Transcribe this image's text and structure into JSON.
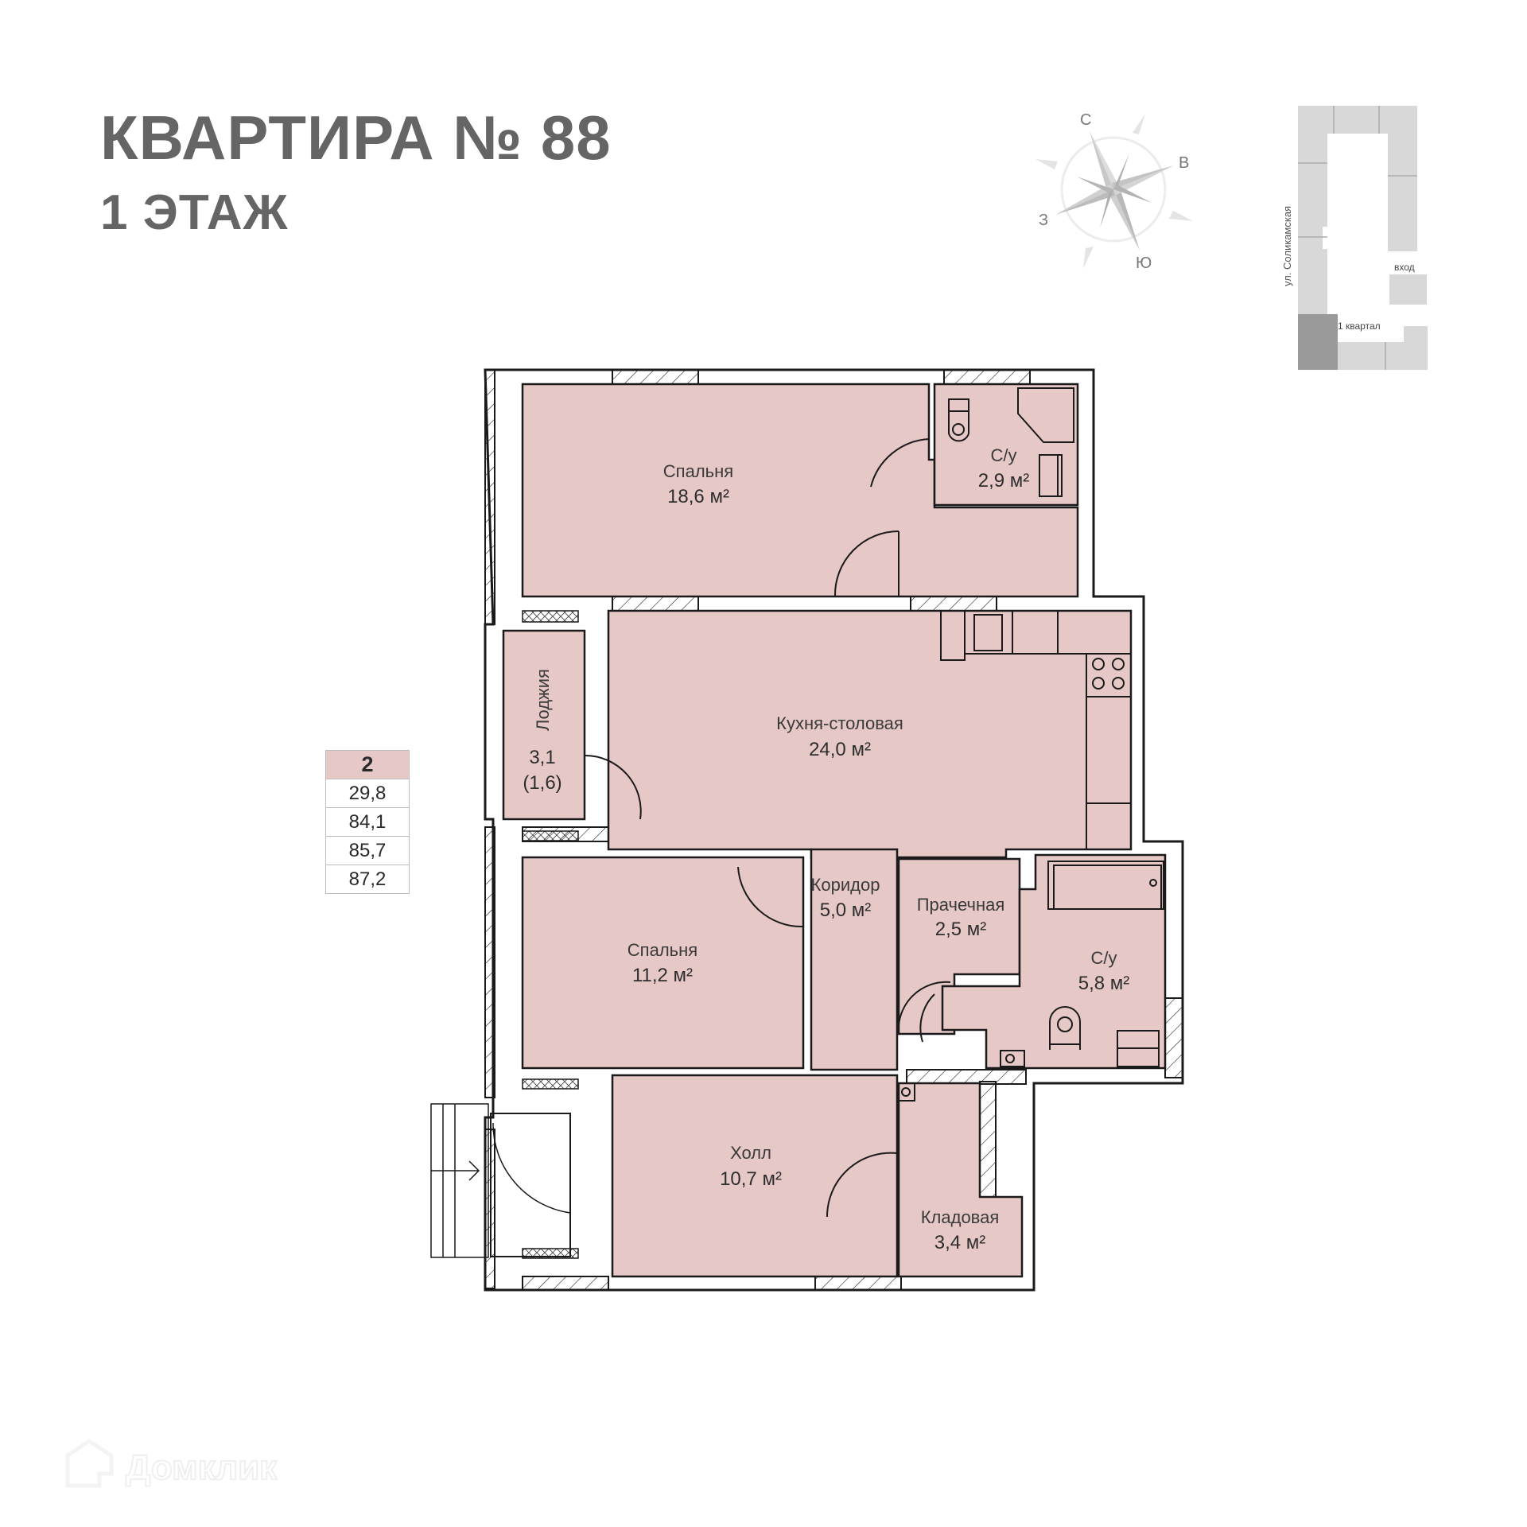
{
  "header": {
    "title": "КВАРТИРА № 88",
    "floor": "1 ЭТАЖ"
  },
  "compass": {
    "north": "С",
    "east": "В",
    "south": "Ю",
    "west": "З"
  },
  "minimap": {
    "street": "ул. Соликамская",
    "entrance": "вход",
    "block": "1 квартал"
  },
  "area_table": {
    "rooms_count": "2",
    "rows": [
      "29,8",
      "84,1",
      "85,7",
      "87,2"
    ]
  },
  "rooms": [
    {
      "name": "Спальня",
      "area": "18,6 м²"
    },
    {
      "name": "С/у",
      "area": "2,9 м²"
    },
    {
      "name": "Кухня-столовая",
      "area": "24,0 м²"
    },
    {
      "name": "Лоджия",
      "area": "3,1",
      "area_reduced": "(1,6)"
    },
    {
      "name": "Коридор",
      "area": "5,0 м²"
    },
    {
      "name": "Прачечная",
      "area": "2,5 м²"
    },
    {
      "name": "Спальня",
      "area": "11,2 м²"
    },
    {
      "name": "С/у",
      "area": "5,8 м²"
    },
    {
      "name": "Холл",
      "area": "10,7 м²"
    },
    {
      "name": "Кладовая",
      "area": "3,4 м²"
    }
  ],
  "colors": {
    "room_fill": "#E6C8C6",
    "title": "#656565",
    "wall": "#1a1a1a"
  },
  "watermark": {
    "text": "Домклик"
  }
}
